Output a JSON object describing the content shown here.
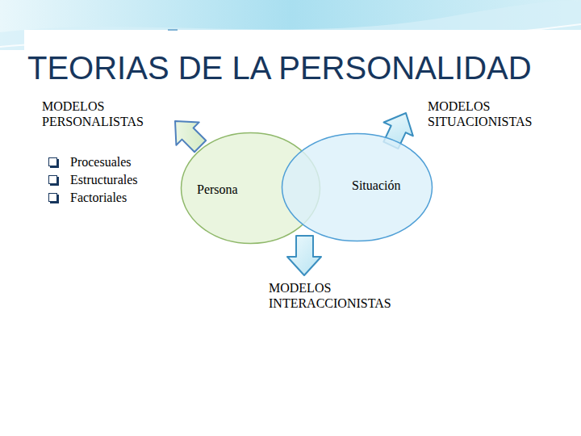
{
  "diagram": {
    "title": "TEORIAS DE LA PERSONALIDAD",
    "nodes": [
      {
        "text": [
          "Persona"
        ]
      },
      {
        "text": [
          "Situación"
        ]
      }
    ],
    "labels": [
      "MODELOS PERSONALISTAS",
      "Procesuales",
      "Estructurales",
      "Factoriales",
      "MODELOS SITUACIONISTAS",
      "MODELOS INTERACCIONISTAS"
    ]
  }
}
